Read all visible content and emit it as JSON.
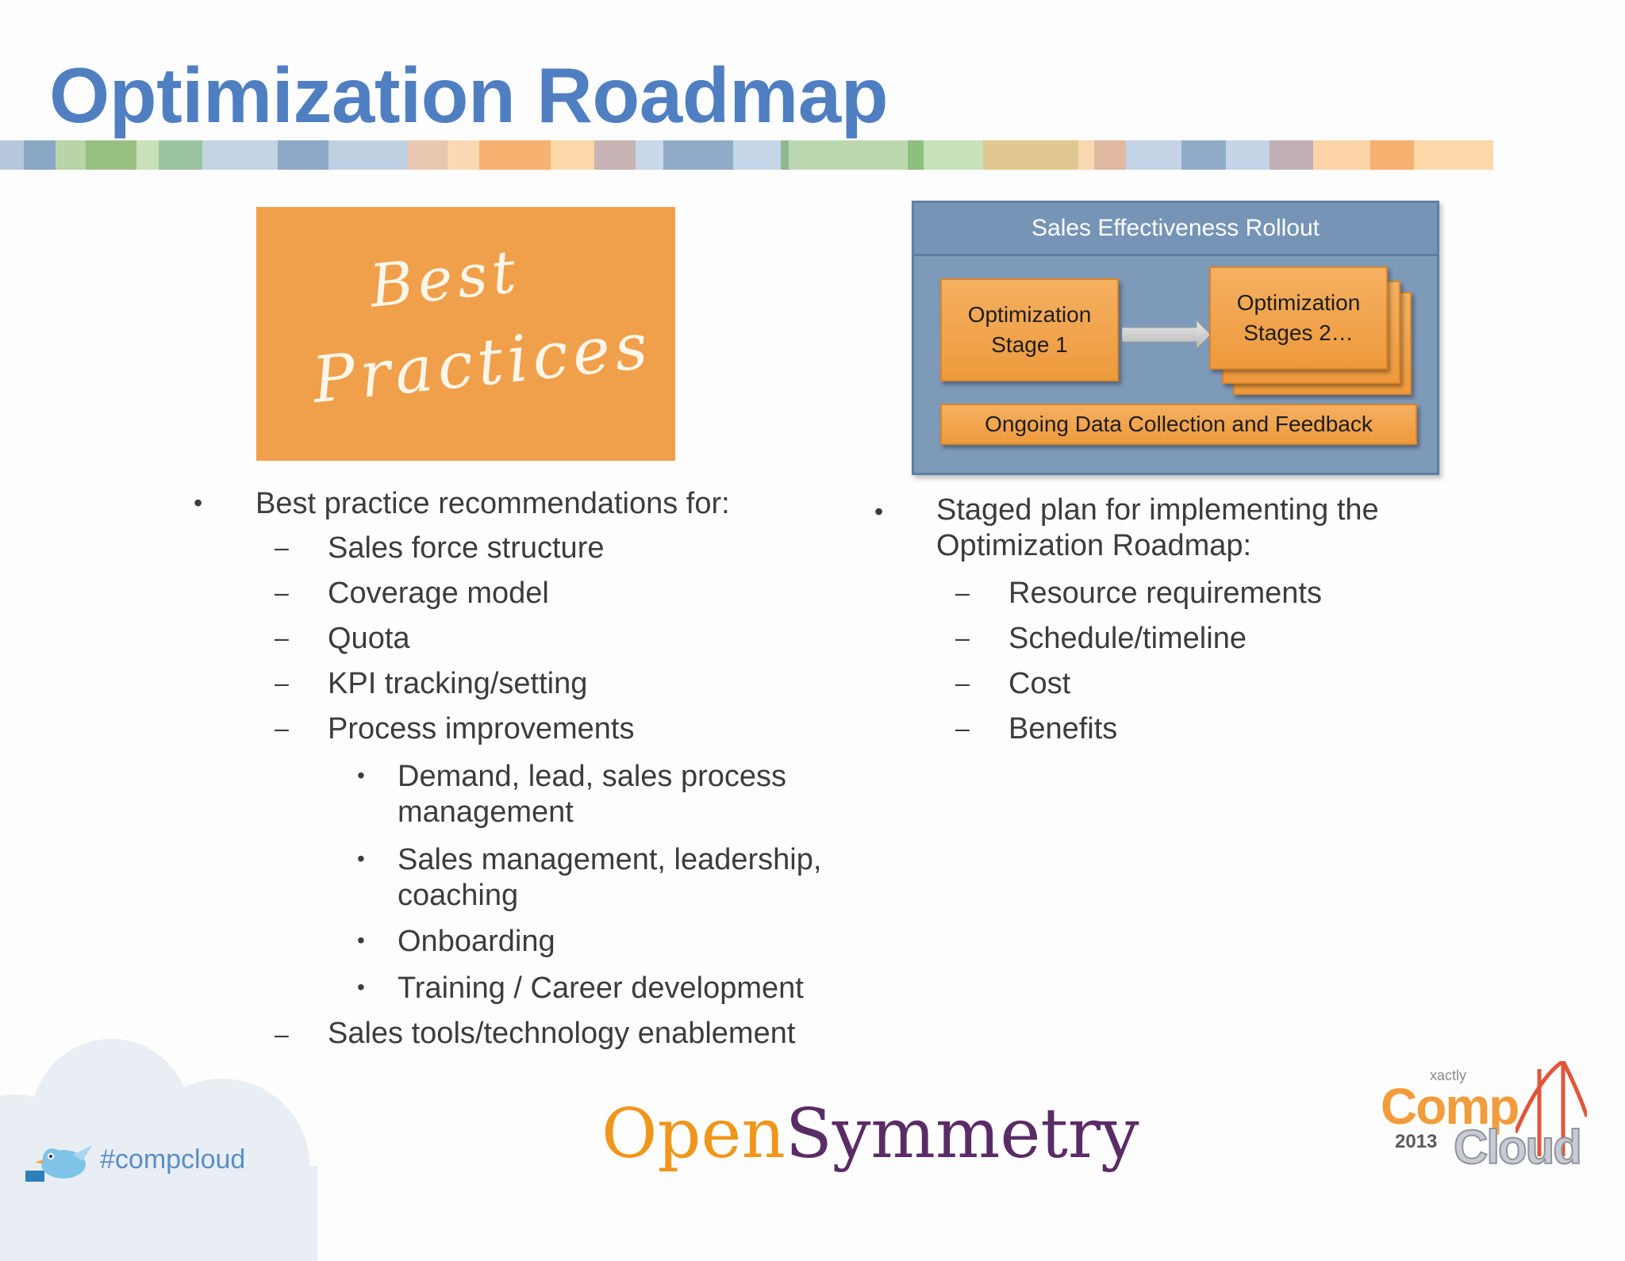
{
  "slide": {
    "title": "Optimization Roadmap"
  },
  "best_practices_image": {
    "line1": "Best",
    "line2": "Practices"
  },
  "diagram": {
    "header": "Sales Effectiveness Rollout",
    "stage1": [
      "Optimization",
      "Stage 1"
    ],
    "stage2": [
      "Optimization",
      "Stages 2…"
    ],
    "footer_bar": "Ongoing Data Collection and Feedback"
  },
  "left_list": {
    "heading": "Best practice recommendations for:",
    "items": [
      "Sales force structure",
      "Coverage model",
      "Quota",
      "KPI  tracking/setting",
      "Process improvements"
    ],
    "subitems": [
      [
        "Demand, lead, sales process",
        "management"
      ],
      [
        "Sales management, leadership,",
        "coaching"
      ],
      [
        "Onboarding"
      ],
      [
        "Training / Career development"
      ]
    ],
    "last_item": "Sales tools/technology enablement"
  },
  "right_list": {
    "heading": [
      "Staged plan for implementing the",
      "Optimization Roadmap:"
    ],
    "items": [
      "Resource requirements",
      "Schedule/timeline",
      "Cost",
      "Benefits"
    ]
  },
  "footer": {
    "hashtag": "#compcloud",
    "logo_part1": "Open",
    "logo_part2": "Symmetry",
    "event_brand_small": "xactly",
    "event_word1": "Comp",
    "event_word2": "Cloud",
    "event_year": "2013"
  },
  "colors": {
    "title": "#4f7fc1",
    "orange": "#f0a04a",
    "diagram_bg": "#7e9ab9",
    "logo_orange": "#f0961c",
    "logo_purple": "#5a2c66"
  }
}
